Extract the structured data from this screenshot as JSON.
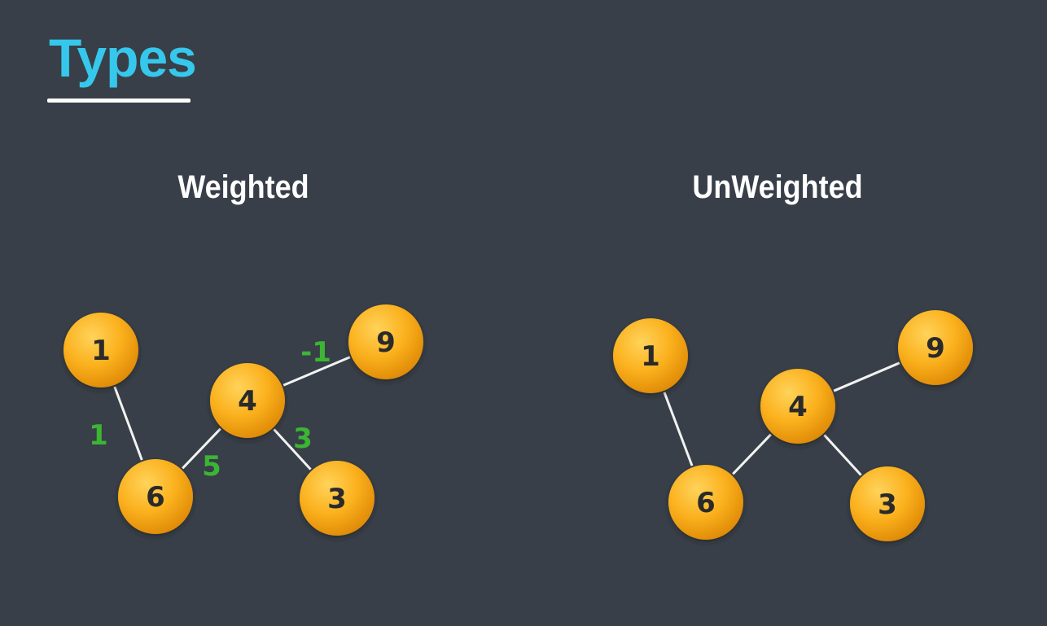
{
  "title": "Types",
  "accent_color": "#35c8ec",
  "node_color": "#fbb11e",
  "weight_color": "#3cb534",
  "graphs": [
    {
      "heading": "Weighted",
      "nodes": [
        "1",
        "6",
        "4",
        "9",
        "3"
      ],
      "edges": [
        {
          "from": "1",
          "to": "6",
          "weight": "1"
        },
        {
          "from": "6",
          "to": "4",
          "weight": "5"
        },
        {
          "from": "4",
          "to": "9",
          "weight": "-1"
        },
        {
          "from": "4",
          "to": "3",
          "weight": "3"
        }
      ]
    },
    {
      "heading": "UnWeighted",
      "nodes": [
        "1",
        "6",
        "4",
        "9",
        "3"
      ],
      "edges": [
        {
          "from": "1",
          "to": "6"
        },
        {
          "from": "6",
          "to": "4"
        },
        {
          "from": "4",
          "to": "9"
        },
        {
          "from": "4",
          "to": "3"
        }
      ]
    }
  ]
}
